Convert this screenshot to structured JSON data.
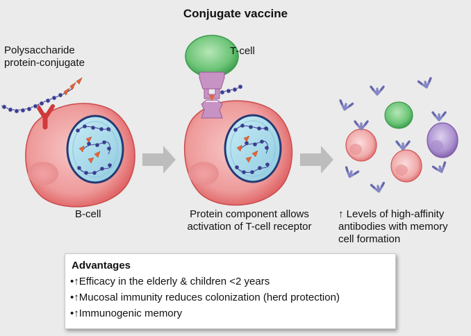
{
  "title": "Conjugate vaccine",
  "labels": {
    "polysaccharide_line1": "Polysaccharide",
    "polysaccharide_line2": "protein-conjugate",
    "tcell": "T-cell",
    "bcell": "B-cell",
    "protein_line1": "Protein component allows",
    "protein_line2": "activation of T-cell receptor",
    "levels_line1": "Levels of high-affinity",
    "levels_line2": "antibodies with memory",
    "levels_line3": "cell formation"
  },
  "advantages": {
    "title": "Advantages",
    "items": [
      "Efficacy in the elderly & children <2 years",
      "Mucosal immunity reduces colonization (herd protection)",
      "Immunogenic memory"
    ]
  },
  "symbols": {
    "bullet": "•",
    "up_arrow": "↑"
  },
  "colors": {
    "background": "#ebebeb",
    "bcell": "#e06062",
    "nucleus": "#a6d6e6",
    "tcell": "#4fb35e",
    "receptor": "#d03a3a",
    "mhc": "#c792c4",
    "bead": "#3b3c8e",
    "protein": "#e56638",
    "antibody": "#8586c4",
    "memory_cell": "#9b7bc0",
    "arrow": "#bdbdbd"
  }
}
